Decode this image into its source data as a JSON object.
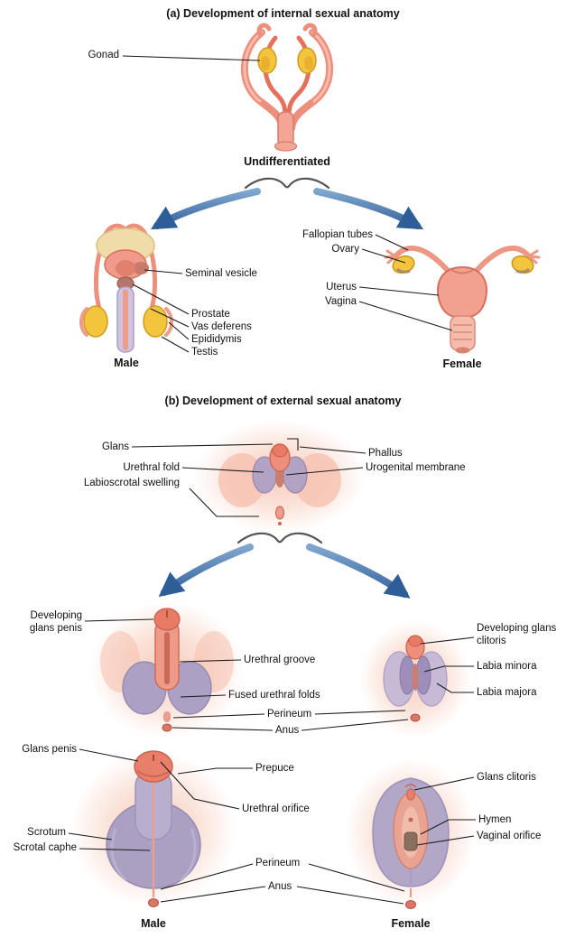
{
  "section_a": {
    "title": "(a) Development of internal sexual anatomy",
    "gonad": "Gonad",
    "undifferentiated": "Undifferentiated",
    "male": {
      "caption": "Male",
      "seminal_vesicle": "Seminal vesicle",
      "prostate": "Prostate",
      "vas_deferens": "Vas deferens",
      "epididymis": "Epididymis",
      "testis": "Testis"
    },
    "female": {
      "caption": "Female",
      "fallopian_tubes": "Fallopian tubes",
      "ovary": "Ovary",
      "uterus": "Uterus",
      "vagina": "Vagina"
    }
  },
  "section_b": {
    "title": "(b) Development of external sexual anatomy",
    "stage1": {
      "glans": "Glans",
      "urethral_fold": "Urethral fold",
      "labioscrotal_swelling": "Labioscrotal swelling",
      "phallus": "Phallus",
      "urogenital_membrane": "Urogenital membrane"
    },
    "stage2": {
      "developing_glans_penis": "Developing glans penis",
      "urethral_groove": "Urethral groove",
      "fused_urethral_folds": "Fused urethral folds",
      "perineum": "Perineum",
      "anus": "Anus",
      "developing_glans_clitoris": "Developing glans clitoris",
      "labia_minora": "Labia minora",
      "labia_majora": "Labia majora"
    },
    "stage3": {
      "glans_penis": "Glans penis",
      "scrotum": "Scrotum",
      "scrotal_caphe": "Scrotal caphe",
      "prepuce": "Prepuce",
      "urethral_orifice": "Urethral orifice",
      "perineum": "Perineum",
      "anus": "Anus",
      "glans_clitoris": "Glans clitoris",
      "hymen": "Hymen",
      "vaginal_orifice": "Vaginal orifice",
      "male_caption": "Male",
      "female_caption": "Female"
    }
  },
  "colors": {
    "skin_pink": "#F2A090",
    "deep_pink": "#E87A66",
    "gonad_yellow": "#F3C53C",
    "fold_purple": "#ACA0C4",
    "arrow_blue": "#3A6CA8",
    "label_text": "#111111",
    "background": "#FFFFFF"
  }
}
